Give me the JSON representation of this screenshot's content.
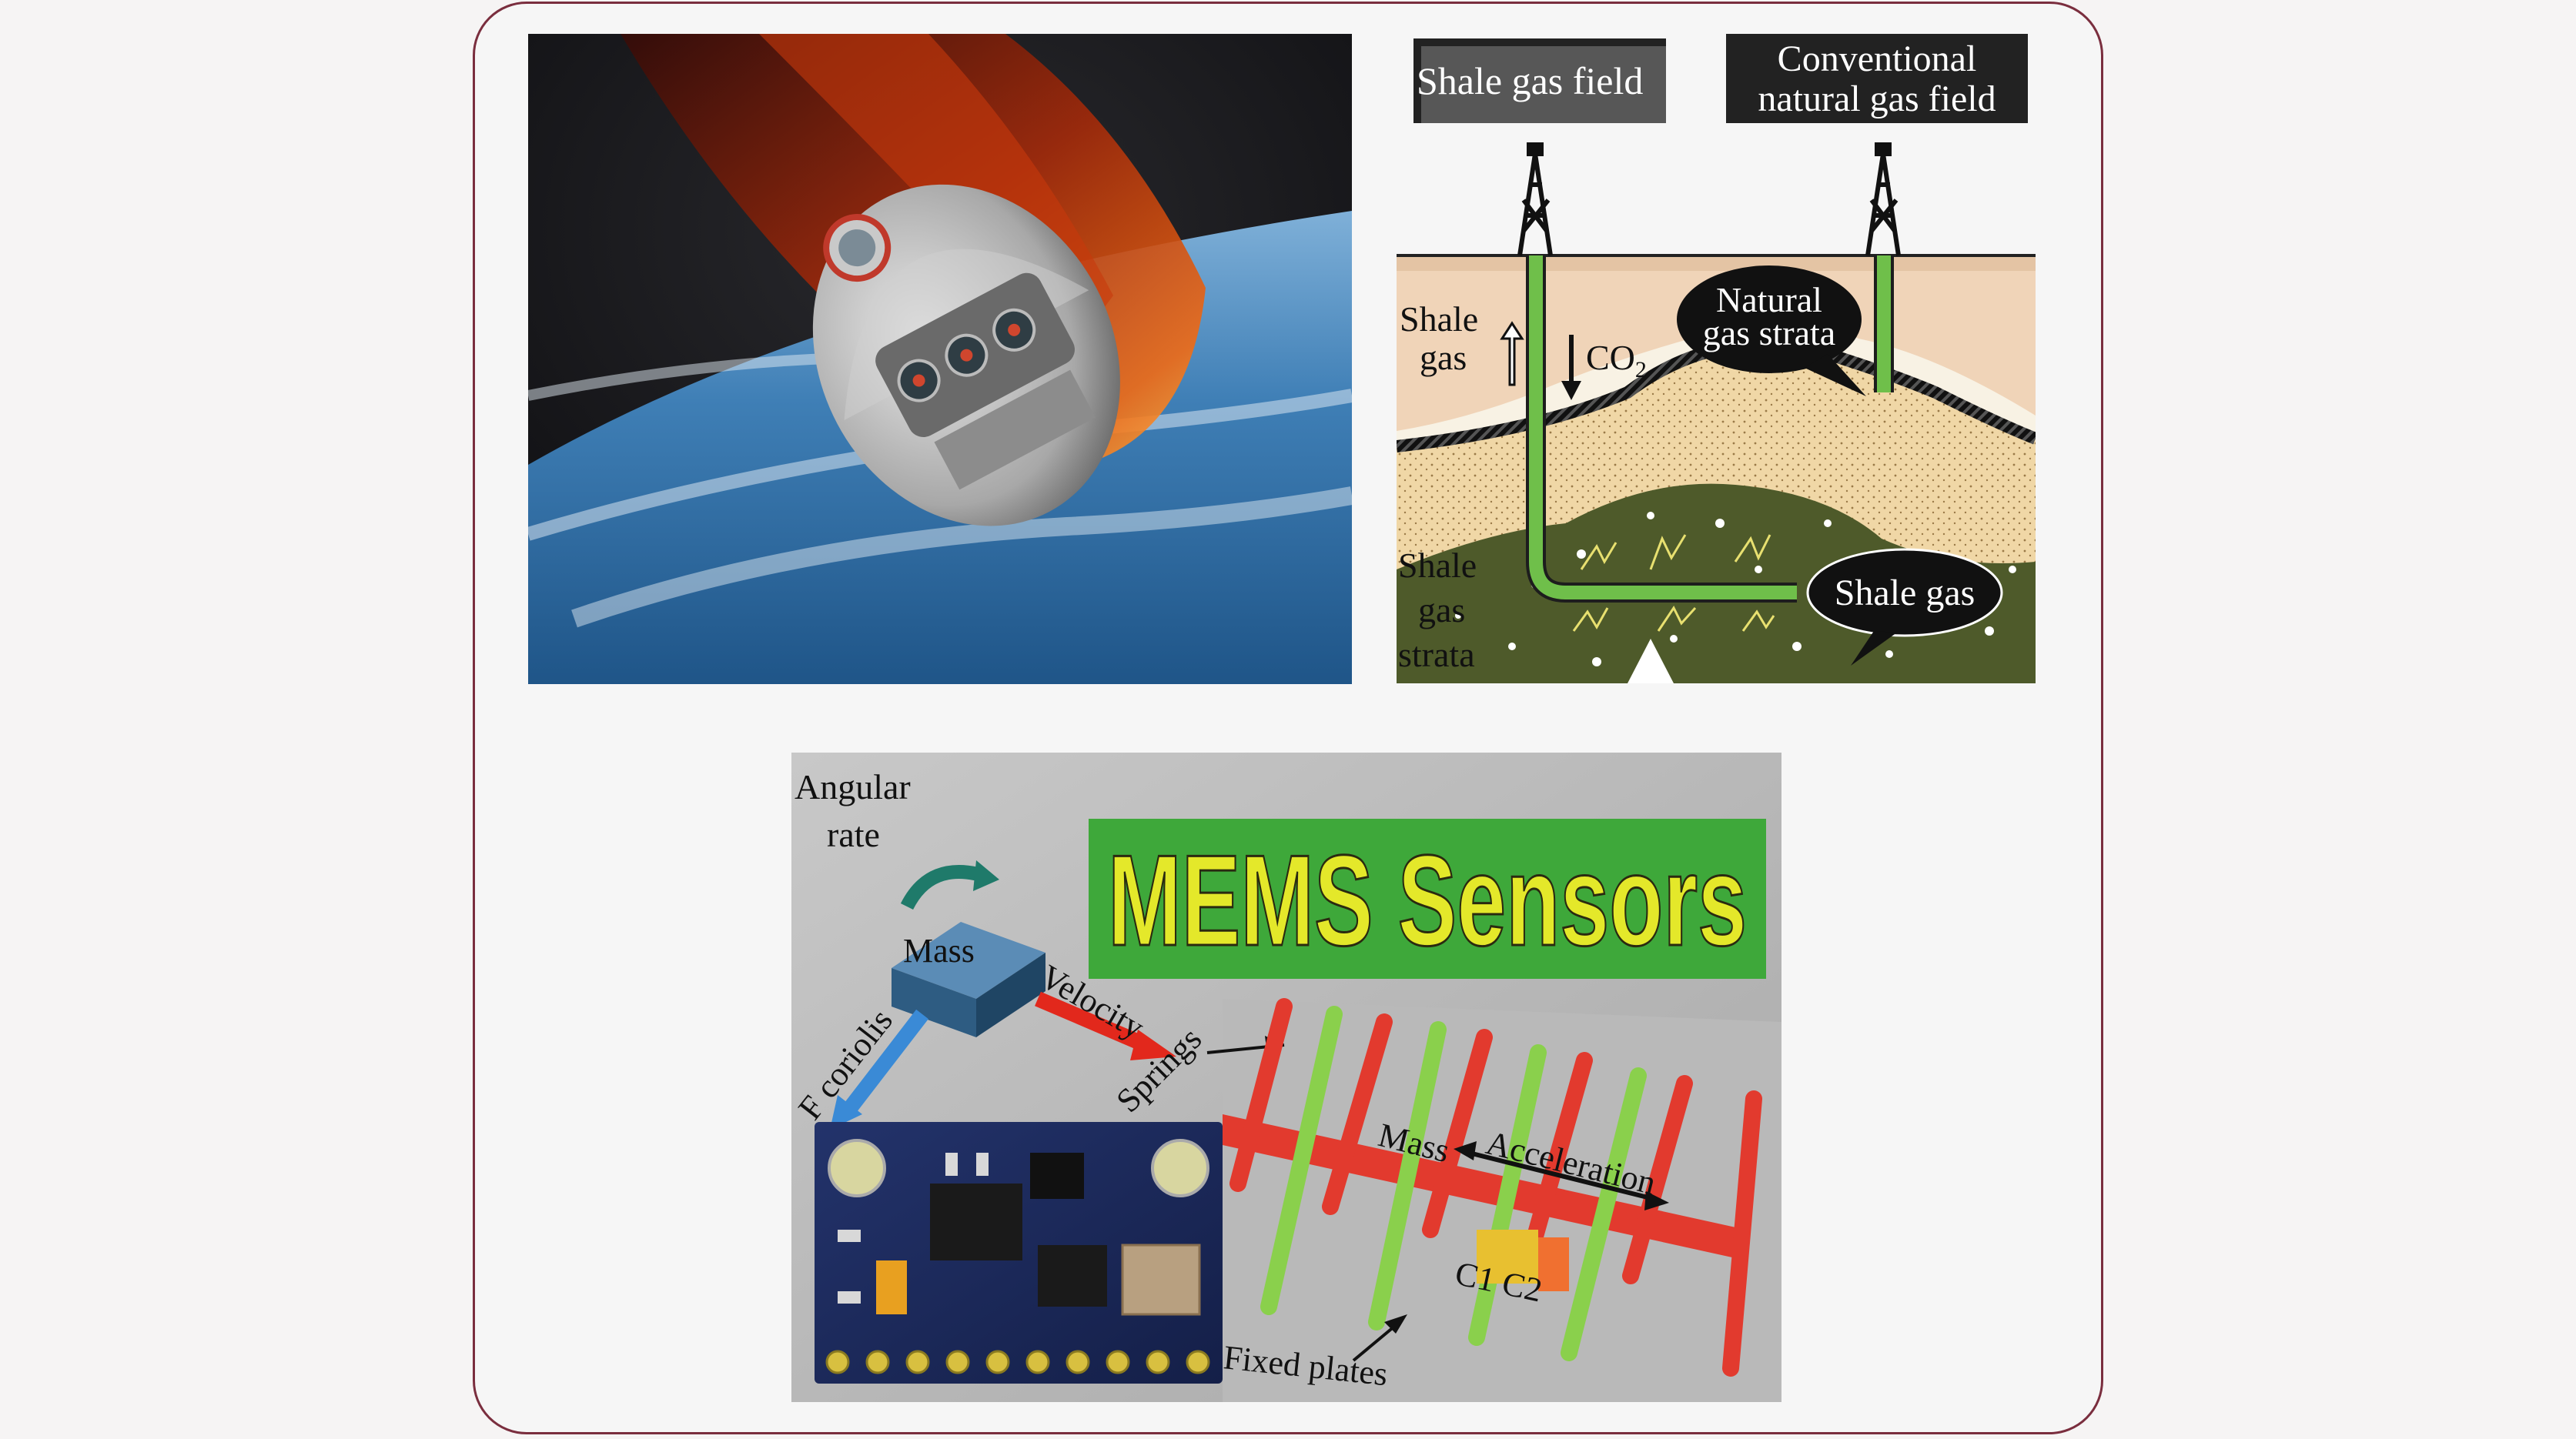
{
  "gas_diagram": {
    "box_shale_field": "Shale gas field",
    "box_conventional_line1": "Conventional",
    "box_conventional_line2": "natural gas field",
    "shale_gas_up_line1": "Shale",
    "shale_gas_up_line2": "gas",
    "co2_label": "CO",
    "co2_subscript": "2",
    "bubble_natural_line1": "Natural",
    "bubble_natural_line2": "gas strata",
    "bubble_shale_gas": "Shale gas",
    "strata_line1": "Shale",
    "strata_line2": "gas",
    "strata_line3": "strata"
  },
  "mems_diagram": {
    "banner": "MEMS Sensors",
    "angular_line1": "Angular",
    "angular_line2": "rate",
    "mass_block": "Mass",
    "velocity": "Velocity",
    "springs": "Springs",
    "f_coriolis": "F coriolis",
    "comb_mass": "Mass",
    "acceleration": "Acceleration",
    "c1c2": "C1 C2",
    "fixed_plates": "Fixed plates"
  },
  "colors": {
    "frame_border": "#7a2e3e",
    "mems_banner_bg": "#3ea83a",
    "mems_banner_text": "#e4e82a",
    "pipe_green": "#6fbf4a"
  }
}
